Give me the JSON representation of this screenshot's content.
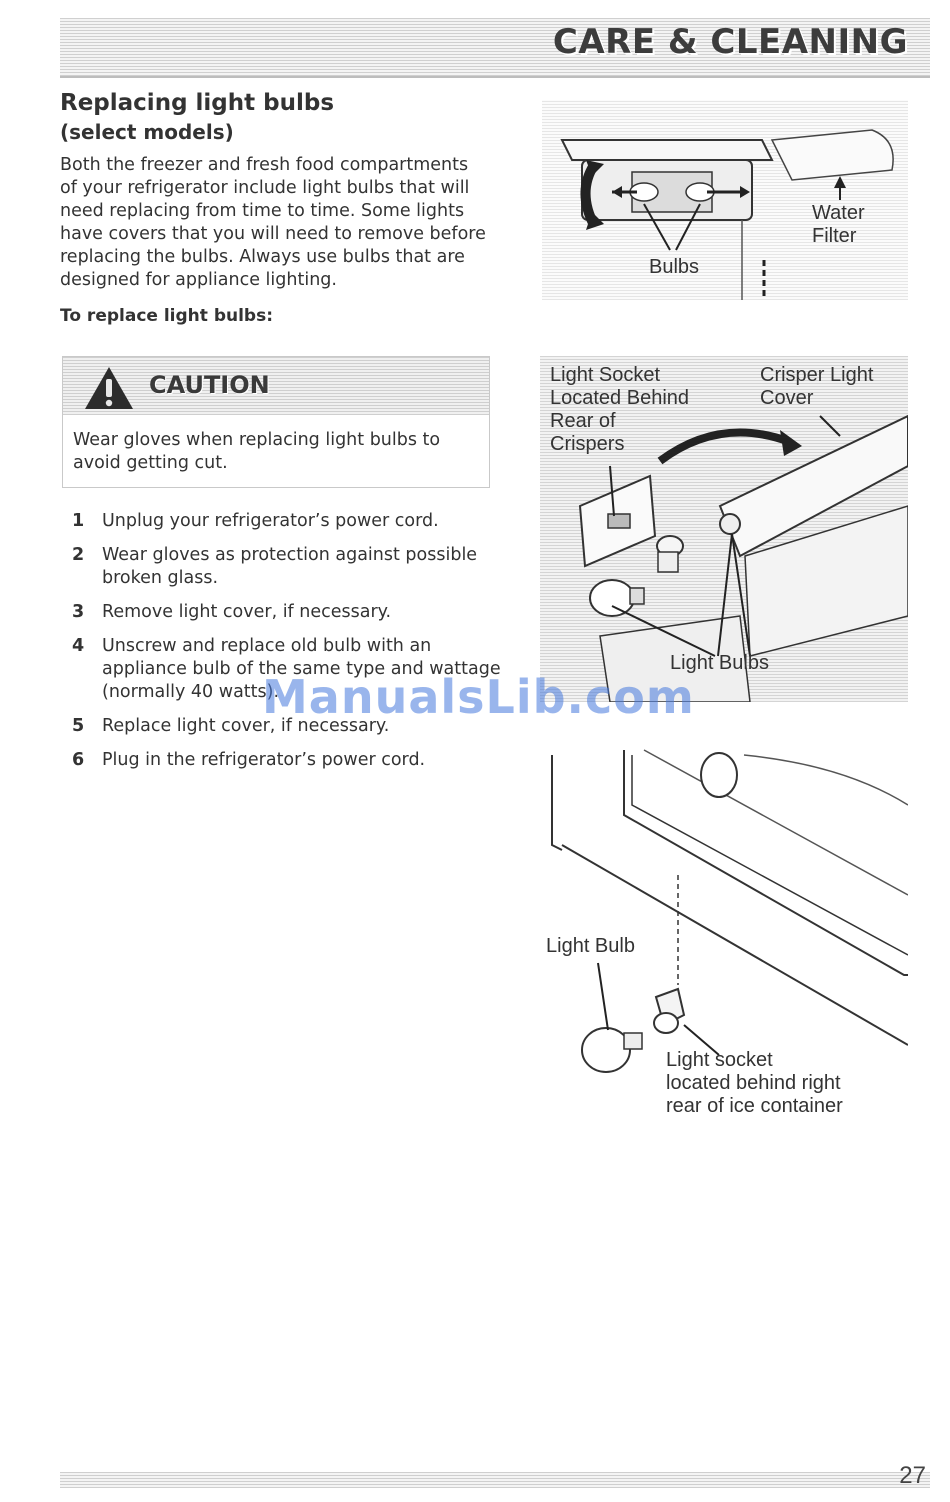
{
  "header": {
    "section_title": "CARE & CLEANING"
  },
  "content": {
    "title": "Replacing light bulbs",
    "subtitle": "(select models)",
    "intro": "Both the freezer and fresh food compartments of your refrigerator include light bulbs that will need replacing from time to time. Some lights have covers that you will need to remove before replacing the bulbs. Always use bulbs that are designed for appliance lighting.",
    "subhead": "To replace light bulbs:",
    "caution": {
      "label": "CAUTION",
      "text": "Wear gloves when replacing light bulbs to avoid getting cut."
    },
    "steps": [
      {
        "num": "1",
        "text": "Unplug your refrigerator’s power cord."
      },
      {
        "num": "2",
        "text": "Wear gloves as protection against possible broken glass."
      },
      {
        "num": "3",
        "text": "Remove light cover, if necessary."
      },
      {
        "num": "4",
        "text": "Unscrew and replace old bulb with an appliance bulb of the same type and wattage (normally 40 watts)."
      },
      {
        "num": "5",
        "text": "Replace light cover, if necessary."
      },
      {
        "num": "6",
        "text": "Plug in the refrigerator’s power cord."
      }
    ]
  },
  "figures": {
    "fig1": {
      "water_filter": "Water\nFilter",
      "bulbs": "Bulbs"
    },
    "fig2": {
      "light_socket": "Light Socket\nLocated Behind\nRear of\nCrispers",
      "crisper_cover": "Crisper Light\nCover",
      "light_bulbs": "Light Bulbs"
    },
    "fig3": {
      "light_bulb": "Light Bulb",
      "light_socket": "Light socket\nlocated behind right\nrear of ice container"
    }
  },
  "watermark": "ManualsLib.com",
  "footer": {
    "page_number": "27"
  }
}
